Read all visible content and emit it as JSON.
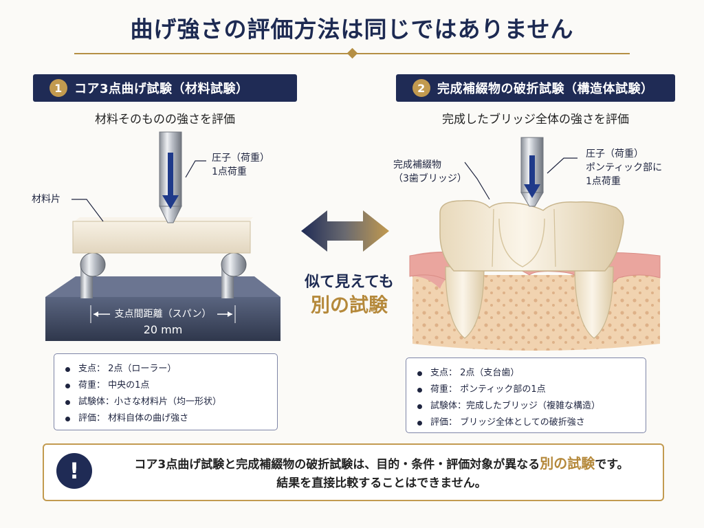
{
  "title": "曲げ強さの評価方法は同じではありません",
  "colors": {
    "navy": "#1f2b55",
    "gold": "#c29a4f",
    "gum": "#e9a7a1",
    "tooth": "#f1e7d3",
    "block": "#3b4660",
    "material": "#efe6d4"
  },
  "section1": {
    "number": "1",
    "header": "コア3点曲げ試験（材料試験）",
    "subtitle": "材料そのものの強さを評価",
    "indenter_label_1": "圧子（荷重）",
    "indenter_label_2": "1点荷重",
    "specimen_label": "材料片",
    "span_label": "支点間距離（スパン）",
    "span_value": "20 mm",
    "info": [
      "支点： 2点（ローラー）",
      "荷重： 中央の1点",
      "試験体：小さな材料片（均一形状）",
      "評価： 材料自体の曲げ強さ"
    ]
  },
  "section2": {
    "number": "2",
    "header": "完成補綴物の破折試験（構造体試験）",
    "subtitle": "完成したブリッジ全体の強さを評価",
    "prosthesis_label_1": "完成補綴物",
    "prosthesis_label_2": "（3歯ブリッジ）",
    "indenter_label_1": "圧子（荷重）",
    "indenter_label_2": "ポンティック部に",
    "indenter_label_3": "1点荷重",
    "info": [
      "支点： 2点（支台歯）",
      "荷重： ポンティック部の1点",
      "試験体：完成したブリッジ（複雑な構造）",
      "評価： ブリッジ全体としての破折強さ"
    ]
  },
  "center": {
    "line1": "似て見えても",
    "line2": "別の試験"
  },
  "note": {
    "icon": "exclamation-icon",
    "line1_a": "コア3点曲げ試験と完成補綴物の破折試験は、目的・条件・評価対象が異なる",
    "line1_highlight": "別の試験",
    "line1_b": "です。",
    "line2": "結果を直接比較することはできません。"
  }
}
